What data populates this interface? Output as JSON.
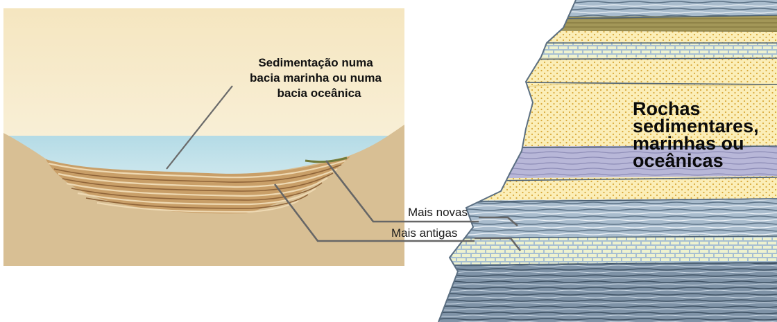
{
  "left_panel": {
    "caption_lines": [
      "Sedimentação numa",
      "bacia marinha ou numa",
      "bacia oceânica"
    ]
  },
  "labels": {
    "newer": "Mais novas",
    "older": "Mais antigas"
  },
  "right_panel": {
    "title_lines": [
      "Rochas",
      "sedimentares,",
      "marinhas ou",
      "oceânicas"
    ]
  },
  "colors": {
    "sky_top": "#f6e9c6",
    "sky_bottom": "#fbf6e8",
    "water": "#bfe1ea",
    "sand": "#d9bf93",
    "sediment_light": "#d9b27a",
    "sediment_dark": "#a87a48",
    "limestone": "#a9bfd0",
    "sandstone": "#fbeeb8",
    "shale": "#6f8397",
    "purple_band": "#b8b8d8",
    "olive_band": "#9a8f52"
  }
}
